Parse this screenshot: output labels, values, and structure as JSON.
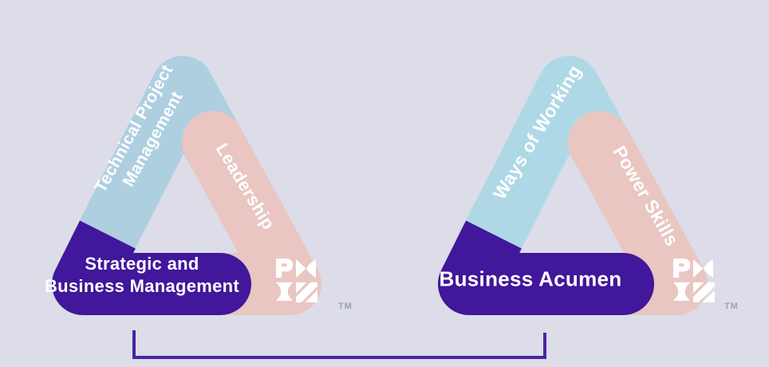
{
  "canvas": {
    "background": "#dcdde8"
  },
  "left_triangle": {
    "technical": {
      "line1": "Technical Project",
      "line2": "Management",
      "color": "#aecfe0"
    },
    "leadership": {
      "label": "Leadership",
      "color": "#e9c6c2"
    },
    "strategic": {
      "line1": "Strategic and",
      "line2": "Business Management",
      "color": "#41179b"
    },
    "logo_label": "PMI",
    "trademark": "TM"
  },
  "right_triangle": {
    "ways": {
      "label": "Ways of Working",
      "color": "#afd8e6"
    },
    "power": {
      "label": "Power Skills",
      "color": "#e9c6c2"
    },
    "acumen": {
      "label": "Business Acumen",
      "color": "#41179b"
    },
    "logo_label": "PMI",
    "trademark": "TM"
  },
  "connector": {
    "color": "#4b23a4"
  }
}
